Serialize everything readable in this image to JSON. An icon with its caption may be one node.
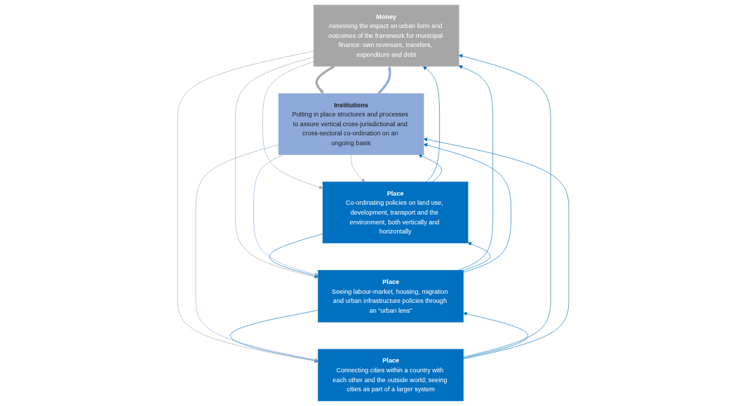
{
  "diagram": {
    "nodes": [
      {
        "text": [
          "Money",
          "Assessing the impact on urban form and outcomes of the framework for municipal finance: own revenues, transfers, expenditure and debt"
        ]
      },
      {
        "text": [
          "Place",
          "Co-ordinating policies on land use, development, transport and the environment, both vertically and horizontally"
        ]
      },
      {
        "text": [
          "Place",
          "Seeing labour-market, housing, migration and urban infrastructure policies through an “urban lens”"
        ]
      },
      {
        "text": [
          "Place",
          "Connecting cities within a country with each other and the outside world; seeing cities as part of a larger system"
        ]
      },
      {
        "text": [
          "Institutions",
          "Putting in place structures and processes to assure vertical cross-jurisdictional and cross-sectoral co-ordination on an ongoing basis"
        ]
      }
    ],
    "edges": [
      {
        "from": 0,
        "to": 4,
        "arrow": "to",
        "style": "thick",
        "color": "#a6a6a6"
      },
      {
        "from": 1,
        "to": 0,
        "arrow": "to"
      },
      {
        "from": 0,
        "to": 1,
        "arrow": "to",
        "color": "#a6a6a6"
      },
      {
        "from": 2,
        "to": 0,
        "arrow": "to"
      },
      {
        "from": 0,
        "to": 2,
        "arrow": "to",
        "color": "#a6a6a6"
      },
      {
        "from": 3,
        "to": 0,
        "arrow": "to"
      },
      {
        "from": 0,
        "to": 3,
        "arrow": "to",
        "color": "#a6a6a6"
      },
      {
        "from": 1,
        "to": 2,
        "arrow": "to"
      },
      {
        "from": 2,
        "to": 3,
        "arrow": "to"
      },
      {
        "from": 2,
        "to": 1,
        "arrow": "to"
      },
      {
        "from": 3,
        "to": 2,
        "arrow": "to"
      },
      {
        "from": 4,
        "to": 1,
        "arrow": "to",
        "color": "#8eaadb"
      },
      {
        "from": 1,
        "to": 4,
        "arrow": "to"
      },
      {
        "from": 4,
        "to": 2,
        "arrow": "to",
        "color": "#8eaadb"
      },
      {
        "from": 2,
        "to": 4,
        "arrow": "to"
      },
      {
        "from": 4,
        "to": 3,
        "arrow": "to",
        "color": "#8eaadb"
      },
      {
        "from": 3,
        "to": 4,
        "arrow": "to"
      },
      {
        "from": 4,
        "to": 0,
        "arrow": "to",
        "style": "thick",
        "color": "#8eaadb"
      }
    ]
  }
}
